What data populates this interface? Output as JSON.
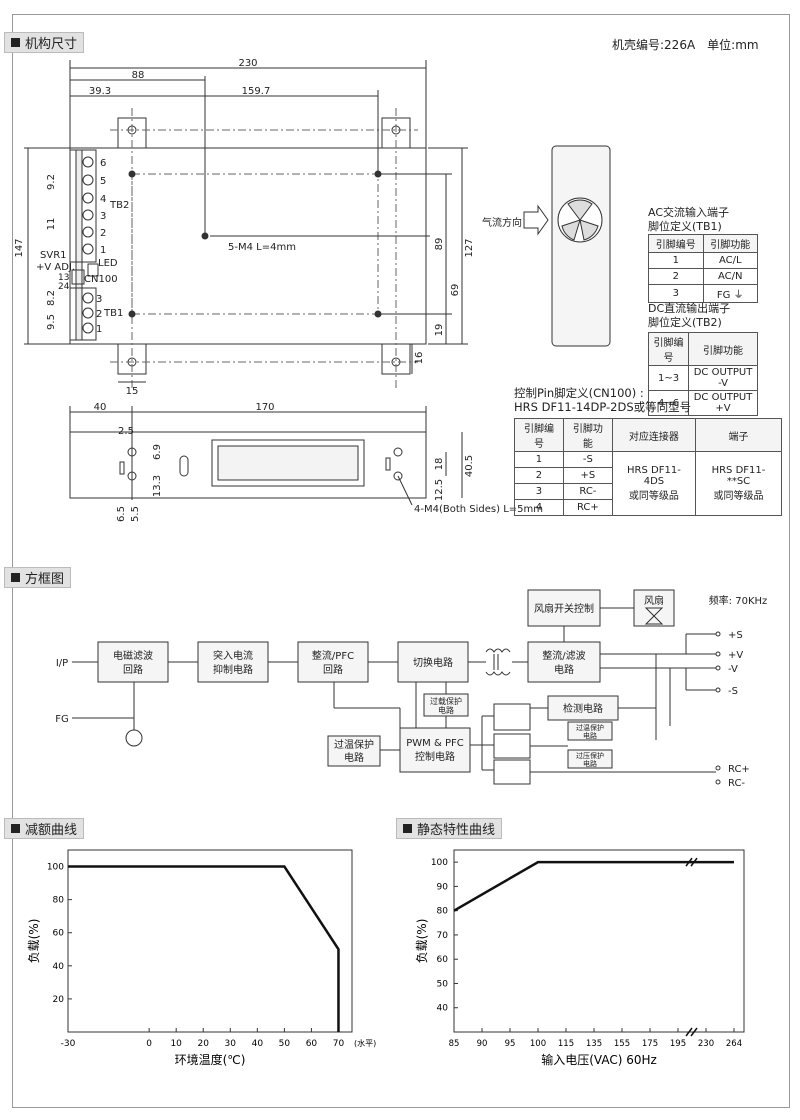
{
  "sections": {
    "dimensions": "机构尺寸",
    "block_diagram": "方框图",
    "derating": "减额曲线",
    "static": "静态特性曲线"
  },
  "case_info": "机壳编号:226A　单位:mm",
  "mech": {
    "dims": {
      "total_length": "230",
      "d88": "88",
      "d39_3": "39.3",
      "d159_7": "159.7",
      "d147": "147",
      "d127": "127",
      "d89": "89",
      "d69": "69",
      "d19": "19",
      "d16": "16",
      "d15": "15",
      "d9_2": "9.2",
      "d11": "11",
      "d8_2": "8.2",
      "d9_5": "9.5",
      "d40": "40",
      "d170": "170",
      "d2_5": "2.5",
      "d6_9": "6.9",
      "d13_3": "13.3",
      "d18": "18",
      "d40_5": "40.5",
      "d12_5": "12.5",
      "d6_5a": "6.5",
      "d5_5": "5.5"
    },
    "labels": {
      "m4_top": "5-M4 L=4mm",
      "m4_side": "4-M4(Both Sides) L=5mm",
      "tb2": "TB2",
      "tb1": "TB1",
      "led": "LED",
      "cn100": "CN100",
      "svr1": "SVR1",
      "adj": "+V ADJ.",
      "pin13": "13",
      "pin24": "24",
      "airflow": "气流方向",
      "tb2_pins": [
        "6",
        "5",
        "4",
        "3",
        "2",
        "1"
      ],
      "tb1_pins": [
        "3",
        "2",
        "1"
      ]
    }
  },
  "tables": {
    "tb1": {
      "title1": "AC交流输入端子",
      "title2": "脚位定义(TB1)",
      "headers": [
        "引脚编号",
        "引脚功能"
      ],
      "rows": [
        [
          "1",
          "AC/L"
        ],
        [
          "2",
          "AC/N"
        ],
        [
          "3",
          "FG ⏚"
        ]
      ]
    },
    "tb2": {
      "title1": "DC直流输出端子",
      "title2": "脚位定义(TB2)",
      "headers": [
        "引脚编号",
        "引脚功能"
      ],
      "rows": [
        [
          "1~3",
          "DC OUTPUT -V"
        ],
        [
          "4~6",
          "DC OUTPUT +V"
        ]
      ]
    },
    "cn100": {
      "title1": "控制Pin脚定义(CN100) :",
      "title2": "HRS DF11-14DP-2DS或等同型号",
      "headers": [
        "引脚编号",
        "引脚功能",
        "对应连接器",
        "端子"
      ],
      "rows": [
        [
          "1",
          "-S"
        ],
        [
          "2",
          "+S"
        ],
        [
          "3",
          "RC-"
        ],
        [
          "4",
          "RC+"
        ]
      ],
      "connector1": "HRS DF11-4DS",
      "connector2": "或同等级品",
      "terminal1": "HRS DF11-**SC",
      "terminal2": "或同等级品"
    }
  },
  "block": {
    "freq": "频率: 70KHz",
    "ip": "I/P",
    "fg": "FG",
    "emi": [
      "电磁滤波",
      "回路"
    ],
    "inrush": [
      "突入电流",
      "抑制电路"
    ],
    "pfc": [
      "整流/PFC",
      "回路"
    ],
    "switch": "切换电路",
    "rect": [
      "整流/滤波",
      "电路"
    ],
    "fanctl": "风扇开关控制",
    "fan": "风扇",
    "olp": [
      "过载保护",
      "电路"
    ],
    "pwm": [
      "PWM & PFC",
      "控制电路"
    ],
    "otp": [
      "过温保护",
      "电路"
    ],
    "detect": "检测电路",
    "ovp": [
      "过温保护",
      "电路"
    ],
    "ovp2": [
      "过压保护",
      "电路"
    ],
    "outputs": [
      "+S",
      "+V",
      "-V",
      "-S"
    ],
    "rc": [
      "RC+",
      "RC-"
    ]
  },
  "chart_data": [
    {
      "type": "line",
      "title": "",
      "xlabel": "环境温度(℃)",
      "ylabel": "负载(%)",
      "x_unit_note": "(水平)",
      "x_ticks": [
        "-30",
        "0",
        "10",
        "20",
        "30",
        "40",
        "50",
        "60",
        "70"
      ],
      "y_ticks": [
        "20",
        "40",
        "60",
        "80",
        "100"
      ],
      "xlim": [
        -30,
        75
      ],
      "ylim": [
        0,
        110
      ],
      "series": [
        {
          "x": [
            -30,
            50,
            70,
            70
          ],
          "y": [
            100,
            100,
            50,
            0
          ]
        }
      ]
    },
    {
      "type": "line",
      "title": "",
      "xlabel": "输入电压(VAC) 60Hz",
      "ylabel": "负载(%)",
      "x_ticks": [
        "85",
        "90",
        "95",
        "100",
        "115",
        "135",
        "155",
        "175",
        "195",
        "230",
        "264"
      ],
      "y_ticks": [
        "40",
        "50",
        "60",
        "70",
        "80",
        "90",
        "100"
      ],
      "ylim": [
        30,
        105
      ],
      "series": [
        {
          "x": [
            "85",
            "100",
            "264"
          ],
          "y": [
            80,
            100,
            100
          ]
        }
      ]
    }
  ]
}
